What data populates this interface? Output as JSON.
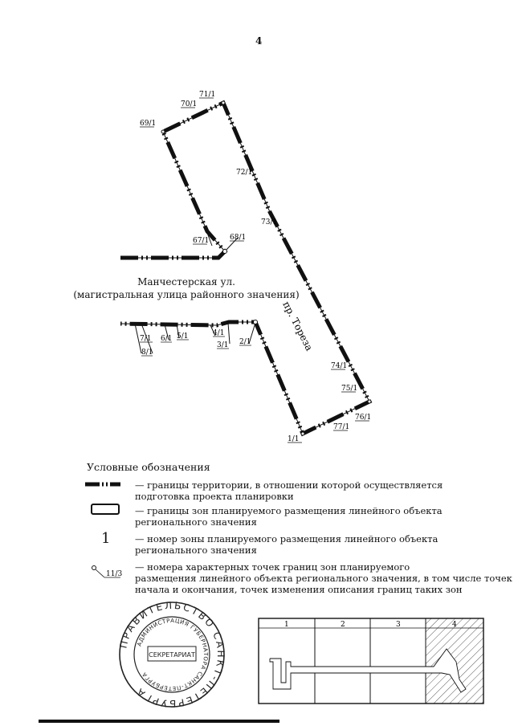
{
  "page_number": "4",
  "streets": {
    "manchester": "Манчестерская ул.",
    "manchester_type": "(магистральная улица районного значения)",
    "torez": "пр. Тореза"
  },
  "points": {
    "p71": "71/1",
    "p70": "70/1",
    "p69": "69/1",
    "p72": "72/1",
    "p73": "73/1",
    "p67": "67/1",
    "p68": "68/1",
    "p7": "7/1",
    "p8": "8/1",
    "p6": "6/1",
    "p5": "5/1",
    "p4": "4/1",
    "p3": "3/1",
    "p2": "2/1",
    "p74": "74/1",
    "p75": "75/1",
    "p76": "76/1",
    "p77": "77/1",
    "p1": "1/1"
  },
  "legend": {
    "title": "Условные обозначения",
    "item1_line1": "— границы территории, в отношении которой осуществляется",
    "item1_line2": "подготовка проекта планировки",
    "item2_line1": "— границы зон планируемого размещения линейного объекта",
    "item2_line2": "регионального значения",
    "item3_symbol": "1",
    "item3_line1": "— номер зоны планируемого размещения линейного объекта",
    "item3_line2": "регионального значения",
    "item4_symbol": "11/3",
    "item4_line1": "— номера характерных точек границ зон планируемого",
    "item4_line2": "размещения линейного объекта регионального значения, в том числе точек",
    "item4_line3": "начала и окончания, точек изменения описания границ таких зон"
  },
  "stamp": {
    "outer_text": "ПРАВИТЕЛЬСТВО САНКТ-ПЕТЕРБУРГА",
    "inner_text": "АДМИНИСТРАЦИЯ ГУБЕРНАТОРА САНКТ-ПЕТЕРБУРГА",
    "center_text": "СЕКРЕТАРИАТ"
  },
  "sheet_index": {
    "sheets": [
      "1",
      "2",
      "3",
      "4"
    ],
    "current_sheet": "4"
  }
}
